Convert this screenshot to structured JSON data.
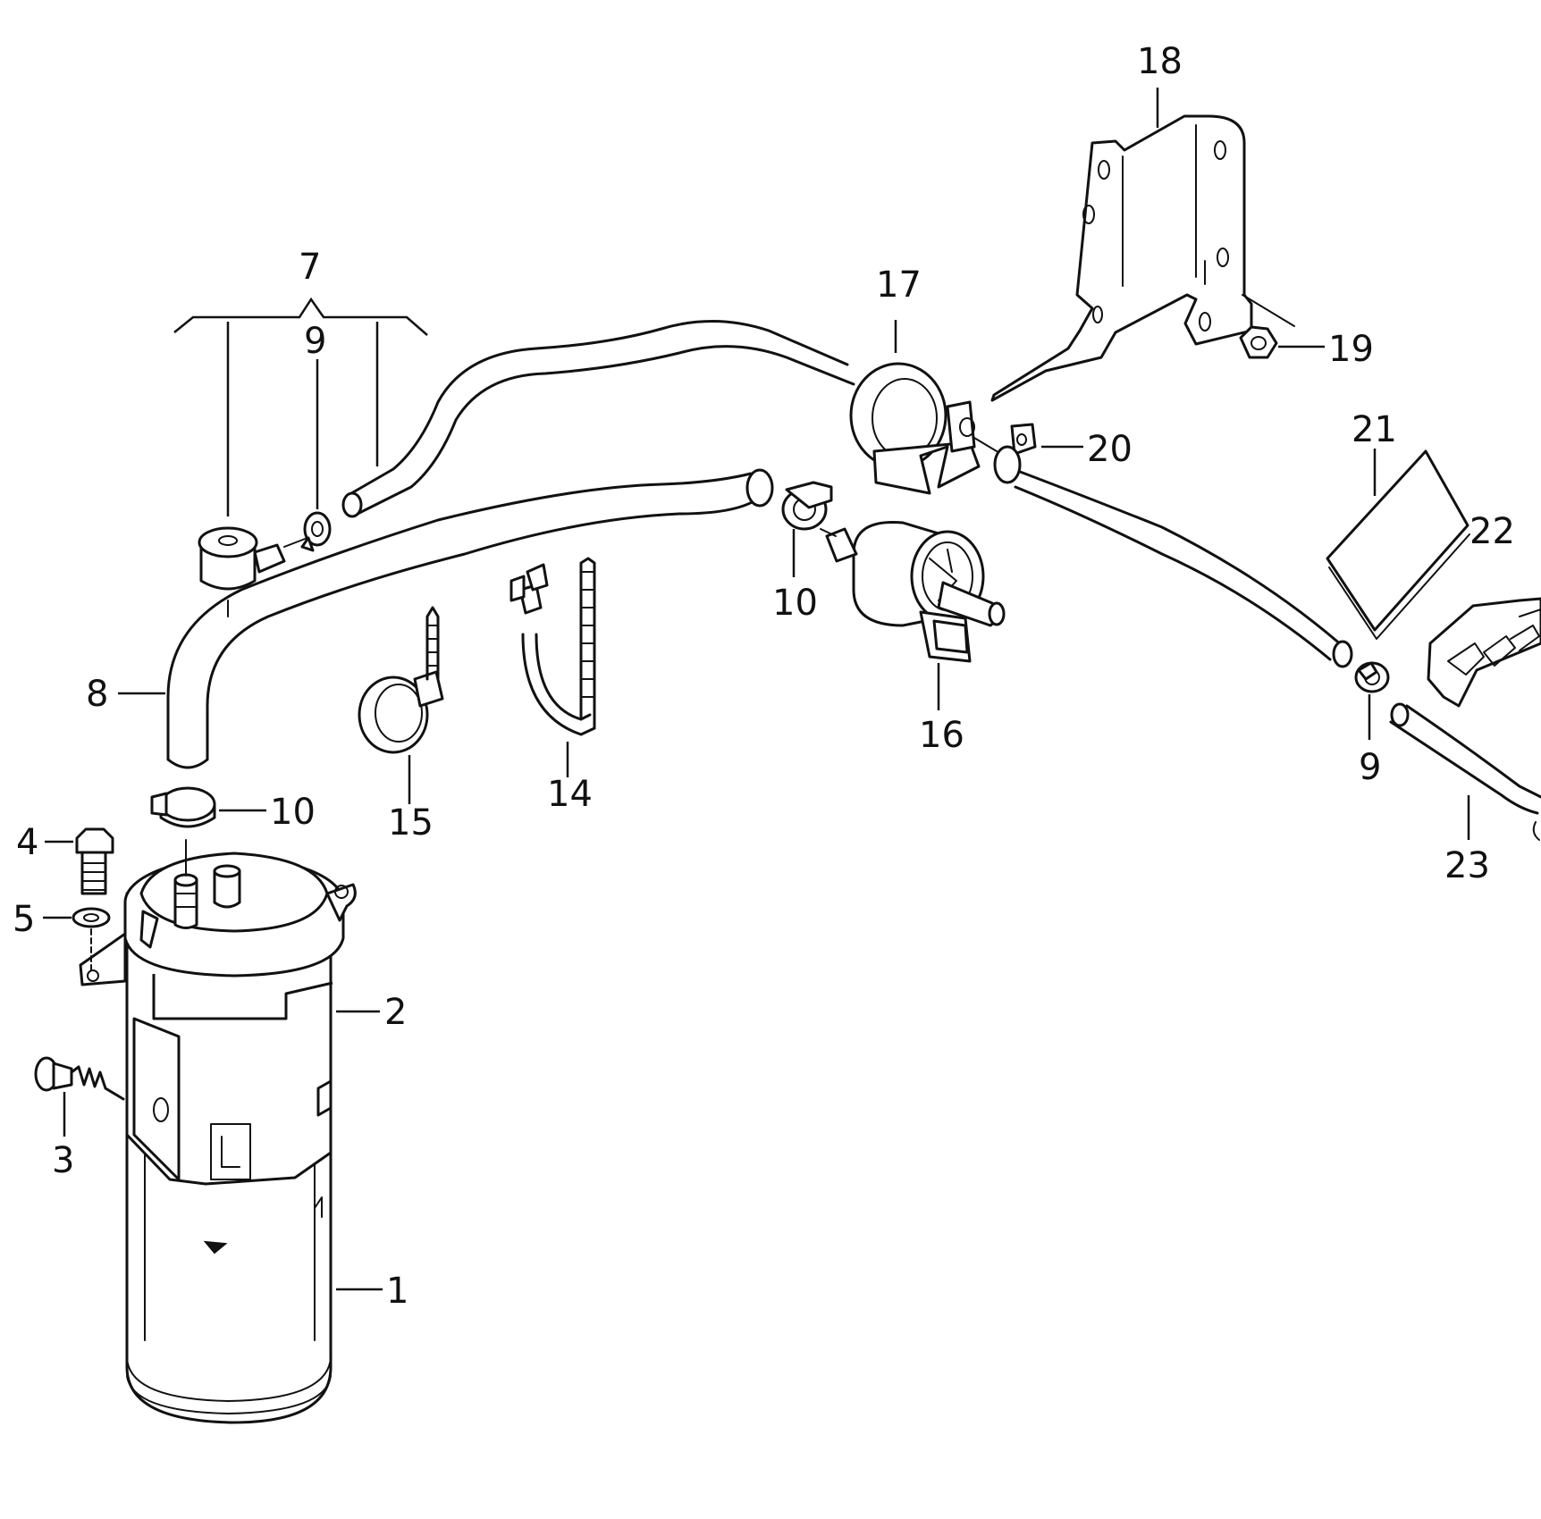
{
  "diagram": {
    "callouts": {
      "c1": "1",
      "c2": "2",
      "c3": "3",
      "c4": "4",
      "c5": "5",
      "c7": "7",
      "c8": "8",
      "c9a": "9",
      "c9b": "9",
      "c10a": "10",
      "c10b": "10",
      "c14": "14",
      "c15": "15",
      "c16": "16",
      "c17": "17",
      "c18": "18",
      "c19": "19",
      "c20": "20",
      "c21": "21",
      "c22": "22",
      "c23": "23"
    },
    "colors": {
      "line": "#111111",
      "background": "#ffffff"
    }
  }
}
